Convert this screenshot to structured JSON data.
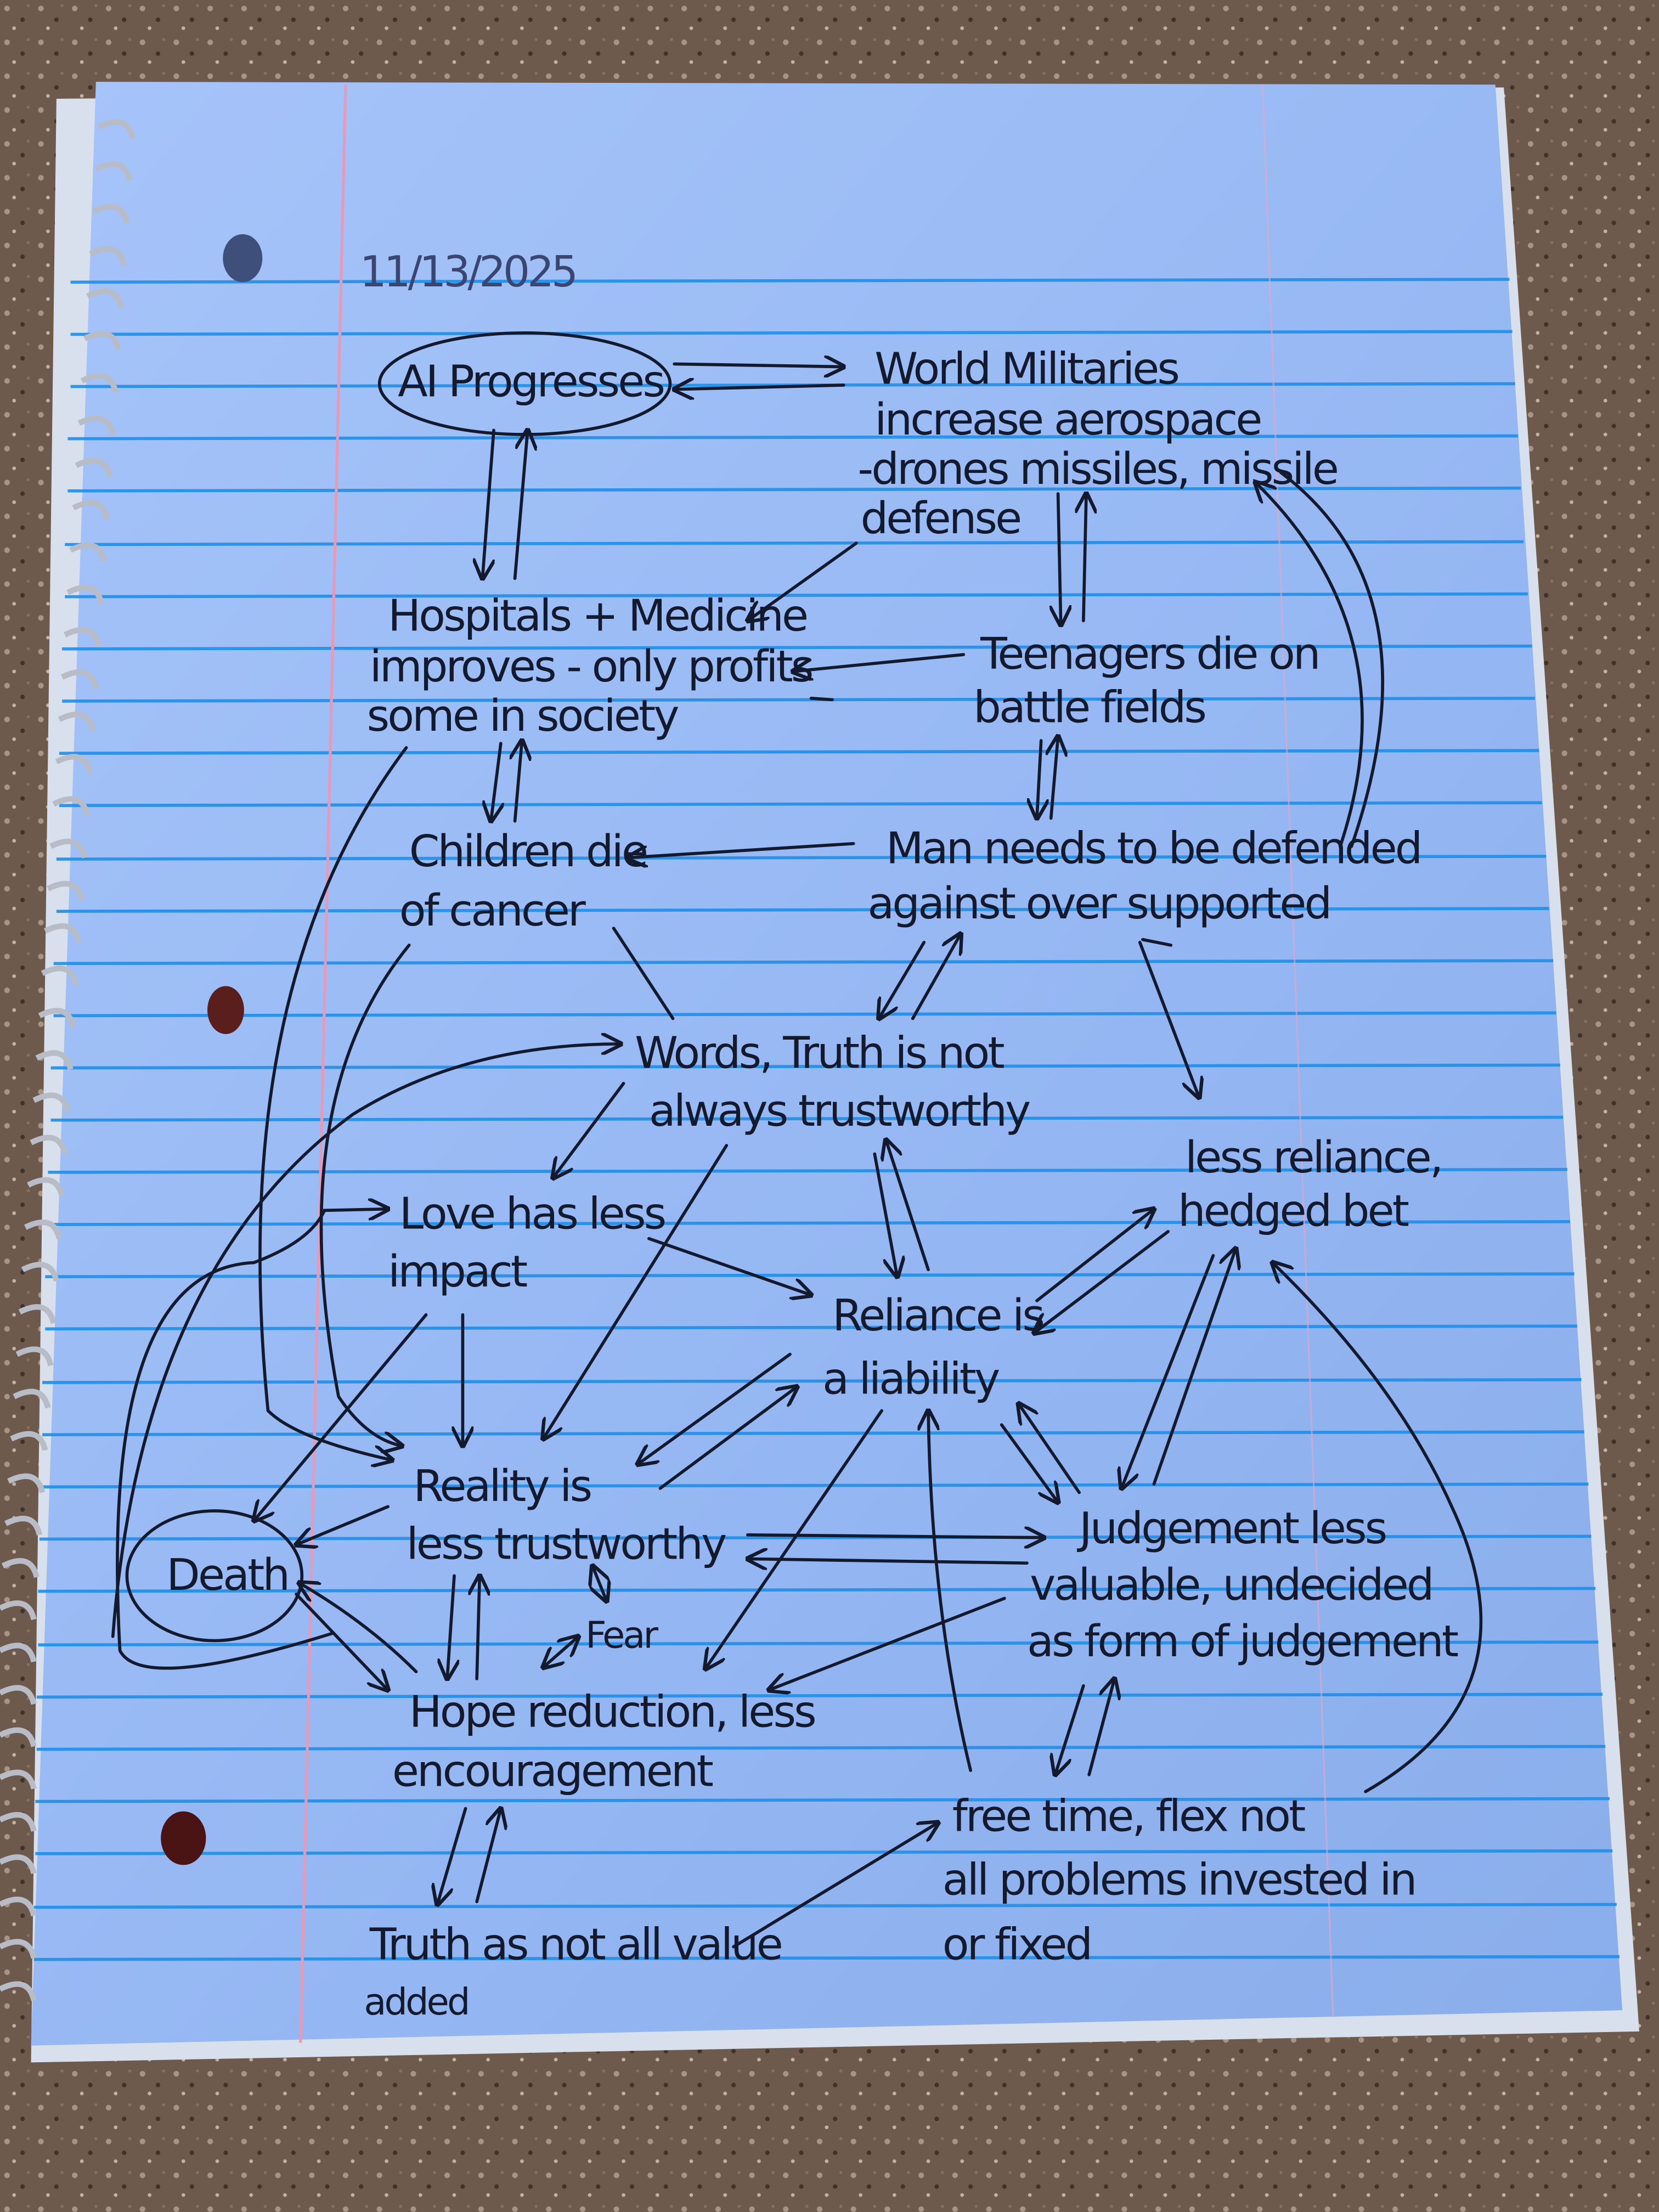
{
  "date": "11/13/2025",
  "nodes": {
    "ai": "AI Progresses",
    "military": [
      "World Militaries",
      "increase aerospace",
      "-drones missiles, missile",
      "defense"
    ],
    "hospitals": [
      "Hospitals + Medicine",
      "improves - only profits",
      "some in society"
    ],
    "teenagers": [
      "Teenagers die on",
      "battle fields"
    ],
    "children": [
      "Children die",
      "of cancer"
    ],
    "man": [
      "Man needs to be defended",
      "against over supported"
    ],
    "words": [
      "Words, Truth is not",
      "always trustworthy"
    ],
    "less_reliance": [
      "less reliance,",
      "hedged bet"
    ],
    "love": [
      "Love has less",
      "impact"
    ],
    "reliance": [
      "Reliance is",
      "a liability"
    ],
    "reality": [
      "Reality is",
      "less trustworthy"
    ],
    "death": "Death",
    "judgement": [
      "Judgement less",
      "valuable, undecided",
      "as form of judgement"
    ],
    "fear": "Fear",
    "hope": [
      "Hope reduction, less",
      "encouragement"
    ],
    "free_time": [
      "free time, flex not",
      "all problems invested in",
      "or fixed"
    ],
    "truth_value": [
      "Truth as not all value",
      "added"
    ]
  },
  "colors": {
    "paper": "#9dbdf5",
    "rule": "#1f8fe8",
    "margin": "#e79ab8",
    "ink": "#141a2e",
    "ground": "#6b5648"
  }
}
